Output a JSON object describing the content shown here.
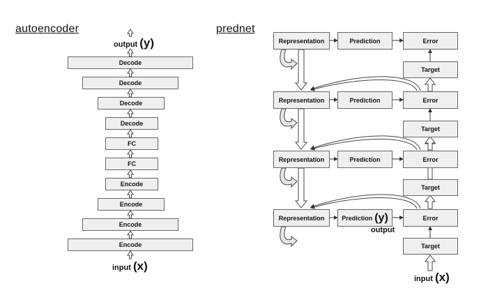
{
  "autoencoder": {
    "title": "autoencoder",
    "output_text": "output",
    "output_var": "(y)",
    "input_text": "input",
    "input_var": "(x)",
    "layers": [
      "Decode",
      "Decode",
      "Decode",
      "Decode",
      "FC",
      "FC",
      "Encode",
      "Encode",
      "Encode",
      "Encode"
    ]
  },
  "prednet": {
    "title": "prednet",
    "rows": [
      {
        "representation": "Representation",
        "prediction": "Prediction",
        "error": "Error",
        "target": "Target"
      },
      {
        "representation": "Representation",
        "prediction": "Prediction",
        "error": "Error",
        "target": "Target"
      },
      {
        "representation": "Representation",
        "prediction": "Prediction",
        "error": "Error",
        "target": "Target"
      },
      {
        "representation": "Representation",
        "prediction": "Prediction",
        "error": "Error",
        "target": "Target"
      }
    ],
    "prediction_output_var": "(y)",
    "output_text": "output",
    "input_text": "input",
    "input_var": "(x)"
  }
}
